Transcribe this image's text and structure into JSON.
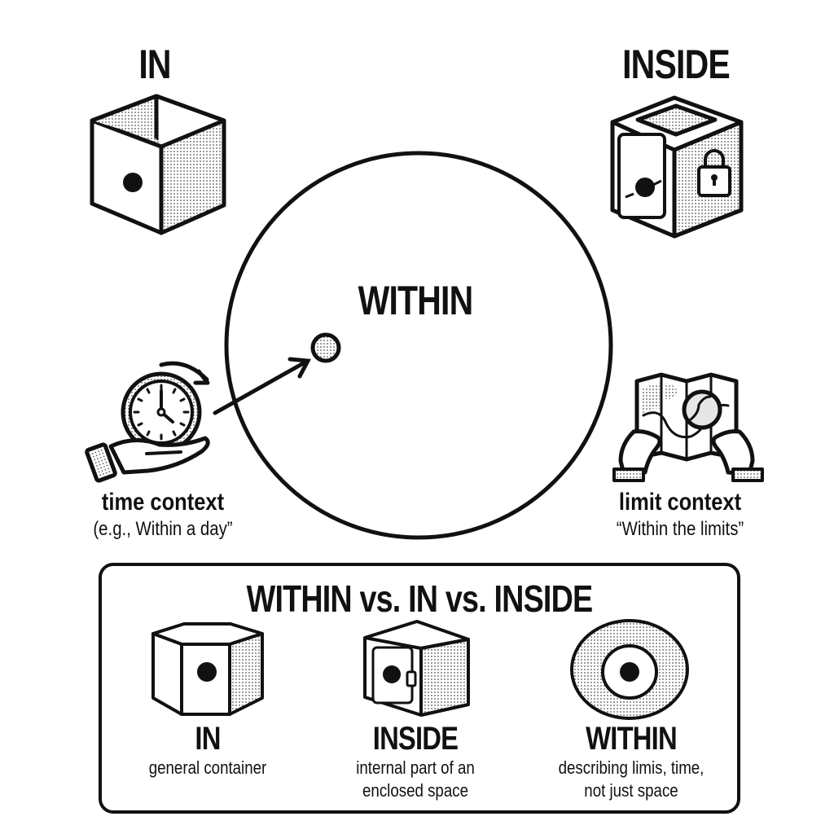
{
  "top": {
    "in_label": "IN",
    "inside_label": "INSIDE",
    "within_label": "WITHIN"
  },
  "side": {
    "time": {
      "title": "time context",
      "example": "(e.g., Within a day”"
    },
    "limit": {
      "title": "limit context",
      "example": "“Within the limits”"
    }
  },
  "comparison": {
    "heading": "WITHIN vs. IN vs. INSIDE",
    "items": [
      {
        "label": "IN",
        "desc_line1": "general container",
        "desc_line2": "",
        "icon": "hexagonal-box-icon"
      },
      {
        "label": "INSIDE",
        "desc_line1": "internal part of an",
        "desc_line2": "enclosed space",
        "icon": "safe-icon"
      },
      {
        "label": "WITHIN",
        "desc_line1": "describing limis, time,",
        "desc_line2": "not just space",
        "icon": "concentric-circle-icon"
      }
    ]
  },
  "colors": {
    "ink": "#111111",
    "paper": "#ffffff",
    "stipple": "#cfcfcf",
    "magnifier_fill": "#e6e6e6"
  }
}
